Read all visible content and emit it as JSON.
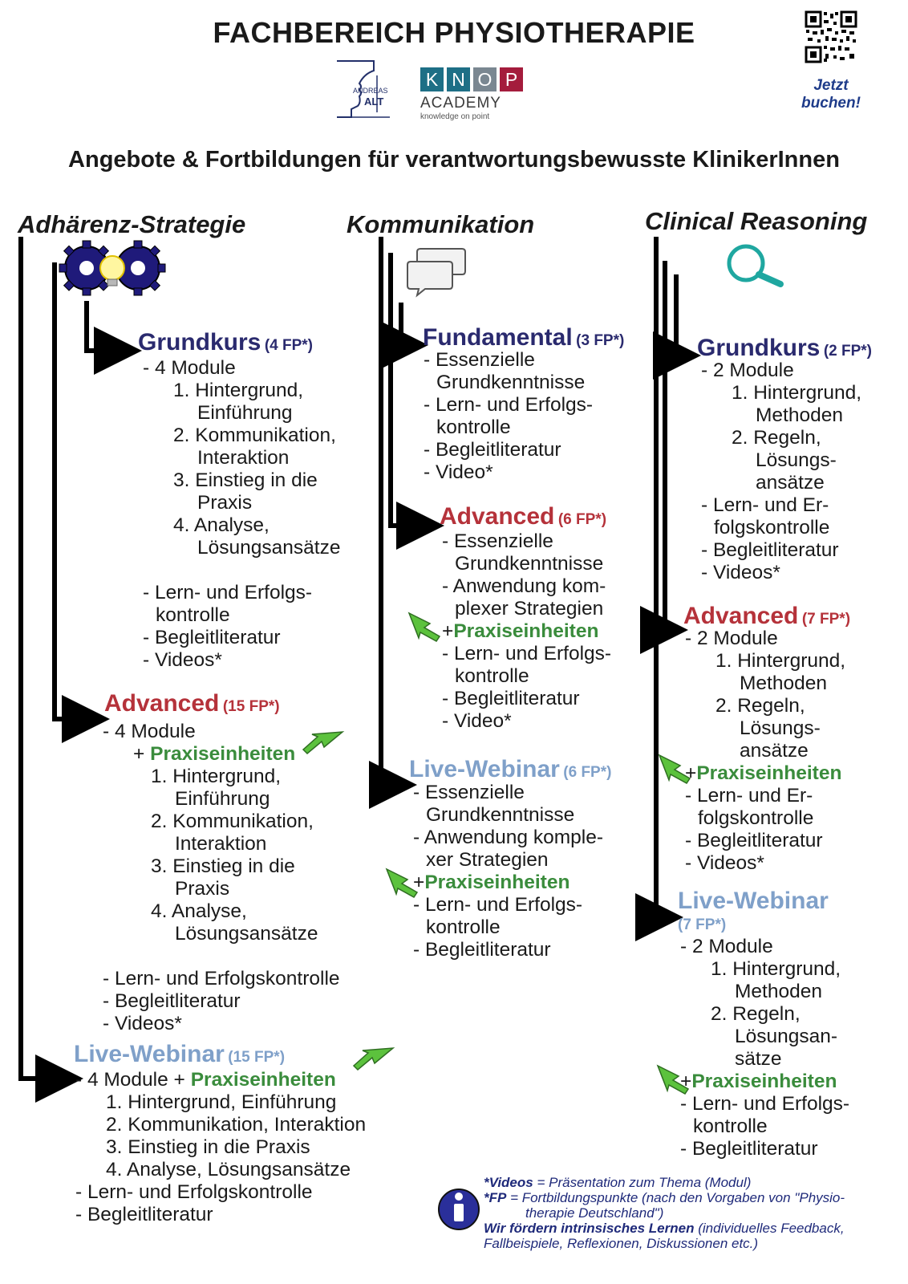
{
  "header": {
    "title": "FACHBEREICH PHYSIOTHERAPIE",
    "subtitle": "Angebote & Fortbildungen für verantwortungsbewusste KlinikerInnen",
    "cta": [
      "Jetzt",
      "buchen!"
    ],
    "logo_alt": {
      "line1": "ANDREAS",
      "line2": "ALT"
    },
    "logo_knop": {
      "letters": [
        "K",
        "N",
        "O",
        "P"
      ],
      "academy": "ACADEMY",
      "tagline": "knowledge on point",
      "colors": [
        "#1e6f86",
        "#1e6f86",
        "#7a8791",
        "#a41c3c"
      ]
    }
  },
  "colors": {
    "grundkurs": "#2a2a6e",
    "advanced": "#b5323a",
    "live": "#7fa0c9",
    "green": "#3a8c3c",
    "note": "#1f2a7a"
  },
  "columns": {
    "adh": {
      "heading": "Adhärenz-Strategie",
      "grund": {
        "title": "Grundkurs",
        "fp": "(4 FP*)",
        "items": [
          "- 4 Module",
          "1. Hintergrund,",
          "Einführung",
          "2. Kommunikation,",
          "Interaktion",
          "3. Einstieg in die",
          "Praxis",
          "4. Analyse,",
          "Lösungsansätze",
          "- Lern- und Erfolgs-",
          "kontrolle",
          "- Begleitliteratur",
          "- Videos*"
        ]
      },
      "adv": {
        "title": "Advanced",
        "fp": "(15 FP*)",
        "items": [
          "- 4 Module",
          "+",
          "Praxiseinheiten",
          "1. Hintergrund,",
          "Einführung",
          "2. Kommunikation,",
          "Interaktion",
          "3. Einstieg in die",
          "Praxis",
          "4. Analyse,",
          "Lösungsansätze",
          "- Lern- und Erfolgskontrolle",
          "- Begleitliteratur",
          "- Videos*"
        ]
      },
      "live": {
        "title": "Live-Webinar",
        "fp": "(15 FP*)",
        "items": [
          "- 4 Module +",
          "Praxiseinheiten",
          "1. Hintergrund, Einführung",
          "2. Kommunikation, Interaktion",
          "3. Einstieg in die Praxis",
          "4. Analyse, Lösungsansätze",
          "- Lern- und Erfolgskontrolle",
          "- Begleitliteratur"
        ]
      }
    },
    "kom": {
      "heading": "Kommunikation",
      "fund": {
        "title": "Fundamental",
        "fp": "(3 FP*)",
        "items": [
          "- Essenzielle",
          "Grundkenntnisse",
          "- Lern- und Erfolgs-",
          "kontrolle",
          "- Begleitliteratur",
          "- Video*"
        ]
      },
      "adv": {
        "title": "Advanced",
        "fp": "(6 FP*)",
        "items": [
          "- Essenzielle",
          "Grundkenntnisse",
          "- Anwendung kom-",
          "plexer Strategien",
          "+",
          "Praxiseinheiten",
          "- Lern- und Erfolgs-",
          "kontrolle",
          "- Begleitliteratur",
          "- Video*"
        ]
      },
      "live": {
        "title": "Live-Webinar",
        "fp": "(6 FP*)",
        "items": [
          "- Essenzielle",
          "Grundkenntnisse",
          "- Anwendung komple-",
          "xer Strategien",
          "+",
          "Praxiseinheiten",
          "- Lern- und Erfolgs-",
          "kontrolle",
          "- Begleitliteratur"
        ]
      }
    },
    "cr": {
      "heading": "Clinical Reasoning",
      "grund": {
        "title": "Grundkurs",
        "fp": "(2 FP*)",
        "items": [
          "- 2 Module",
          "1. Hintergrund,",
          "Methoden",
          "2. Regeln,",
          "Lösungs-",
          "ansätze",
          "- Lern- und Er-",
          "folgskontrolle",
          "- Begleitliteratur",
          "- Videos*"
        ]
      },
      "adv": {
        "title": "Advanced",
        "fp": "(7 FP*)",
        "items": [
          "- 2 Module",
          "1. Hintergrund,",
          "Methoden",
          "2. Regeln,",
          "Lösungs-",
          "ansätze",
          "+",
          "Praxiseinheiten",
          "- Lern- und Er-",
          "folgskontrolle",
          "- Begleitliteratur",
          "- Videos*"
        ]
      },
      "live": {
        "title": "Live-Webinar",
        "fp": "(7 FP*)",
        "items": [
          "- 2 Module",
          "1. Hintergrund,",
          "Methoden",
          "2. Regeln,",
          "Lösungsan-",
          "sätze",
          "+",
          "Praxiseinheiten",
          "- Lern- und Erfolgs-",
          "kontrolle",
          "- Begleitliteratur"
        ]
      }
    }
  },
  "footnote": {
    "videos_key": "*Videos",
    "videos_text": " = Präsentation zum Thema (Modul)",
    "fp_key": "*FP",
    "fp_text1": " = Fortbildungspunkte (nach den Vorgaben von \"Physio-",
    "fp_text2": "therapie Deutschland\")",
    "learn_bold": "Wir fördern intrinsisches Lernen",
    "learn_text1": " (individuelles Feedback,",
    "learn_text2": "Fallbeispiele, Reflexionen, Diskussionen etc.)"
  }
}
